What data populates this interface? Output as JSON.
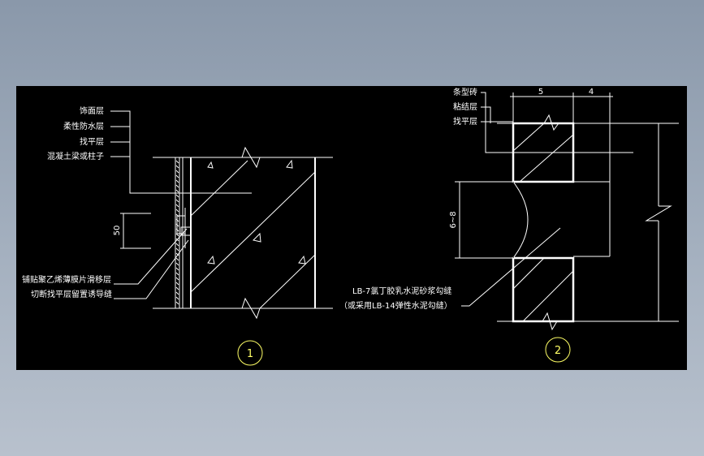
{
  "detail1": {
    "callout_number": "1",
    "labels_top": [
      "饰面层",
      "柔性防水层",
      "找平层",
      "混凝土梁或柱子"
    ],
    "dimension": "50",
    "labels_bottom": [
      "铺贴聚乙烯薄膜片滑移层",
      "切断找平层留置诱导缝"
    ]
  },
  "detail2": {
    "callout_number": "2",
    "labels_top": [
      "条型砖",
      "粘结层",
      "找平层"
    ],
    "dim_top_left": "5",
    "dim_top_right": "4",
    "dim_side": "6~8",
    "note_line1": "LB-7氯丁胶乳水泥砂浆勾缝",
    "note_line2": "（或采用LB-14弹性水泥勾缝）"
  }
}
